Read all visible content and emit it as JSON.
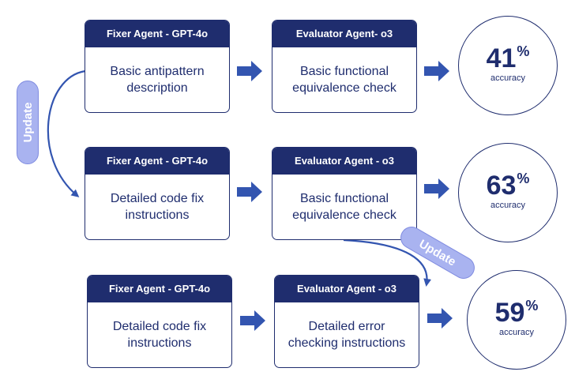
{
  "colors": {
    "navy": "#1f2d6e",
    "arrow": "#3355b0",
    "pill": "#a9b3f0"
  },
  "rows": [
    {
      "fixer": {
        "title": "Fixer Agent - GPT-4o",
        "body": "Basic antipattern\ndescription"
      },
      "evaluator": {
        "title": "Evaluator Agent- o3",
        "body": "Basic functional\nequivalence check"
      },
      "result": {
        "value": "41",
        "unit": "%",
        "label": "accuracy"
      }
    },
    {
      "fixer": {
        "title": "Fixer Agent - GPT-4o",
        "body": "Detailed code fix\ninstructions"
      },
      "evaluator": {
        "title": "Evaluator Agent - o3",
        "body": "Basic functional\nequivalence check"
      },
      "result": {
        "value": "63",
        "unit": "%",
        "label": "accuracy"
      }
    },
    {
      "fixer": {
        "title": "Fixer Agent - GPT-4o",
        "body": "Detailed code fix\ninstructions"
      },
      "evaluator": {
        "title": "Evaluator Agent - o3",
        "body": "Detailed error\nchecking instructions"
      },
      "result": {
        "value": "59",
        "unit": "%",
        "label": "accuracy"
      }
    }
  ],
  "updates": [
    {
      "label": "Update"
    },
    {
      "label": "Update"
    }
  ]
}
